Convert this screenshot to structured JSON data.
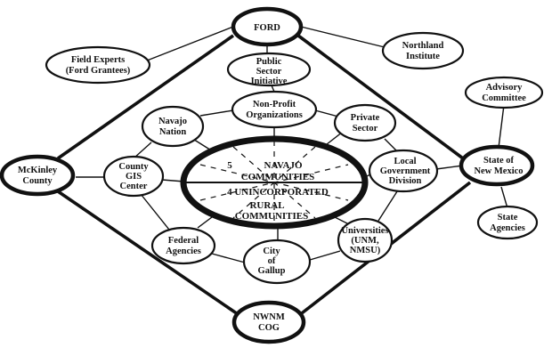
{
  "colors": {
    "ink": "#111111",
    "background": "#ffffff"
  },
  "nodes": {
    "ford": {
      "lines": [
        "FORD"
      ]
    },
    "field_experts": {
      "lines": [
        "Field Experts",
        "(Ford Grantees)"
      ]
    },
    "northland": {
      "lines": [
        "Northland",
        "Institute"
      ]
    },
    "public_sector": {
      "lines": [
        "Public",
        "Sector",
        "Initiative"
      ]
    },
    "advisory": {
      "lines": [
        "Advisory",
        "Committee"
      ]
    },
    "nonprofit": {
      "lines": [
        "Non-Profit",
        "Organizations"
      ]
    },
    "navajo_nation": {
      "lines": [
        "Navajo",
        "Nation"
      ]
    },
    "private_sector": {
      "lines": [
        "Private",
        "Sector"
      ]
    },
    "mckinley": {
      "lines": [
        "McKinley",
        "County"
      ]
    },
    "county_gis": {
      "lines": [
        "County",
        "GIS",
        "Center"
      ]
    },
    "local_gov": {
      "lines": [
        "Local",
        "Government",
        "Division"
      ]
    },
    "state_nm": {
      "lines": [
        "State of",
        "New Mexico"
      ]
    },
    "state_agencies": {
      "lines": [
        "State",
        "Agencies"
      ]
    },
    "federal": {
      "lines": [
        "Federal",
        "Agencies"
      ]
    },
    "universities": {
      "lines": [
        "Universities",
        "(UNM,",
        "NMSU)"
      ]
    },
    "gallup": {
      "lines": [
        "City",
        "of",
        "Gallup"
      ]
    },
    "nwnm": {
      "lines": [
        "NWNM",
        "COG"
      ]
    }
  },
  "center": {
    "line1_number": "5",
    "line1_word": "NAVAJO",
    "line2": "COMMUNITIES",
    "line3": "4 UNINCORPORATED",
    "line4": "RURAL",
    "line5": "COMMUNITIES"
  }
}
